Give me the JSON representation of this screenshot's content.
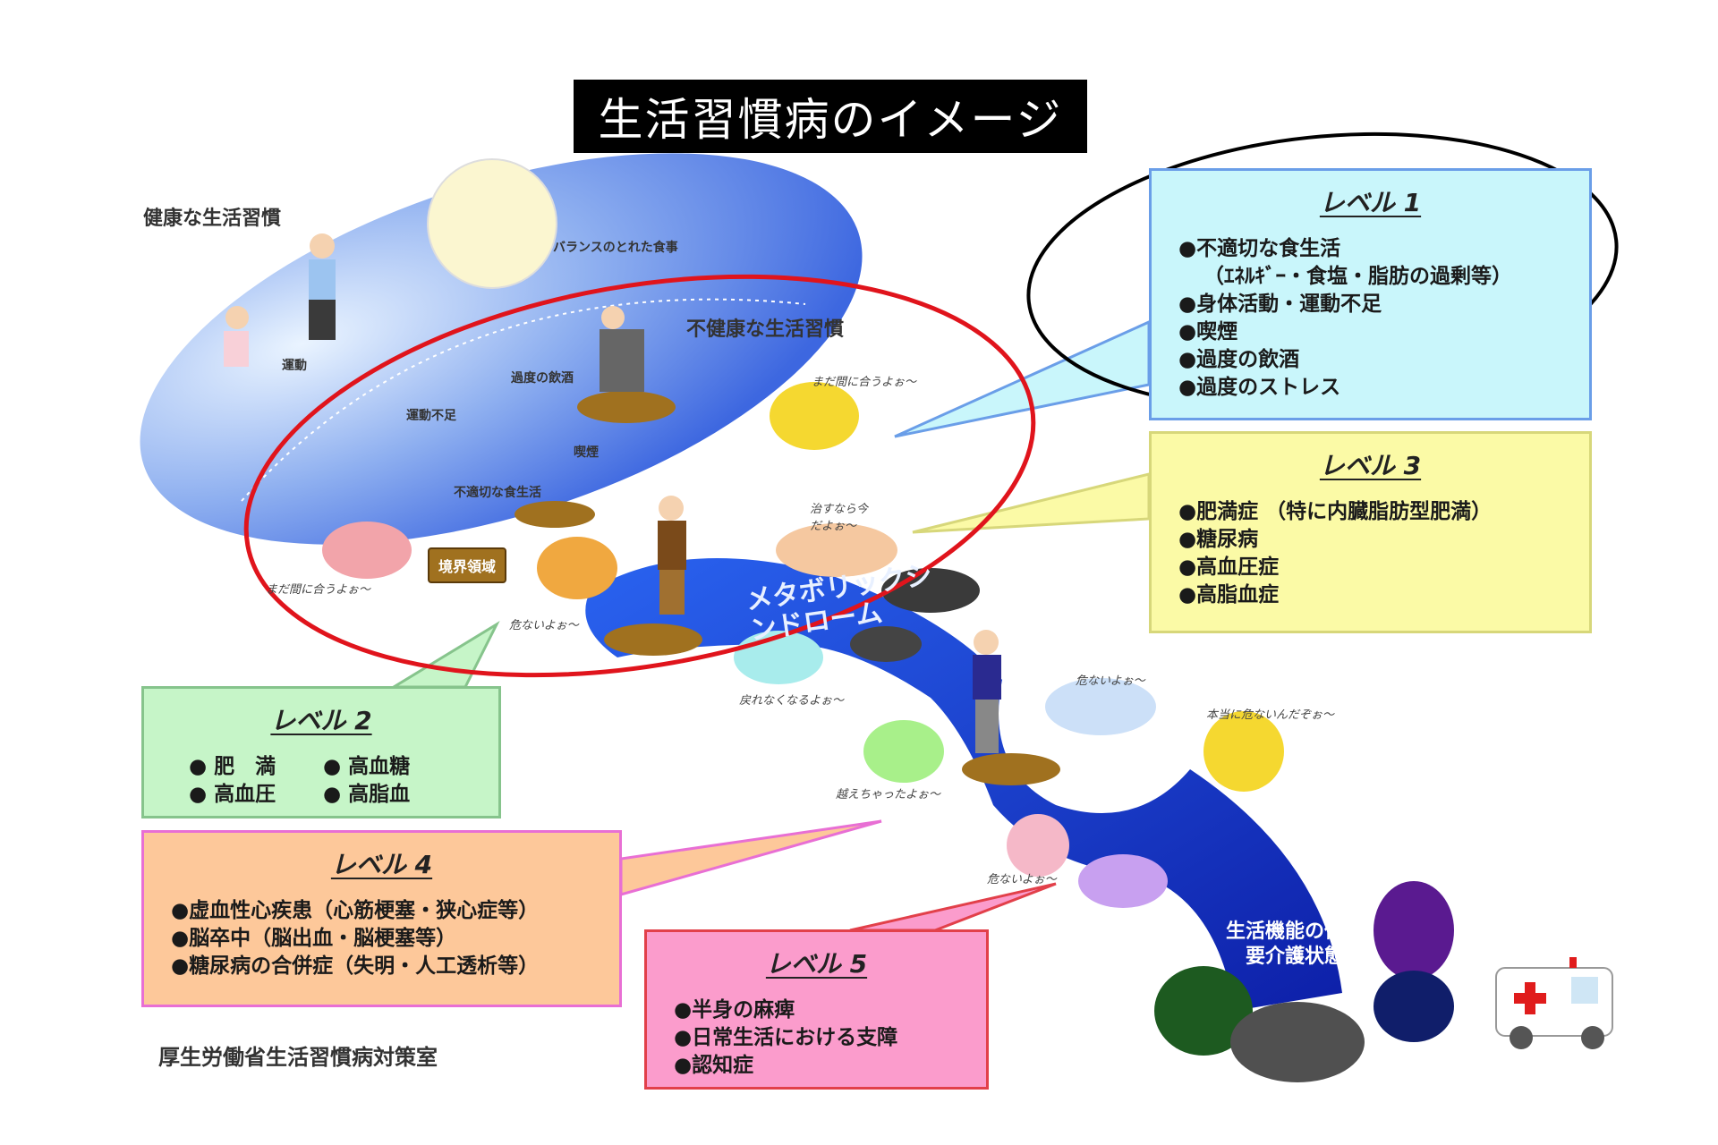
{
  "title": "生活習慣病のイメージ",
  "illustration": {
    "healthy_habits": "健康な生活習慣",
    "balanced_diet": "バランスのとれた食事",
    "exercise": "運動",
    "unhealthy_habits": "不健康な生活習慣",
    "excess_drinking": "過度の飲酒",
    "lack_of_exercise": "運動不足",
    "smoking": "喫煙",
    "poor_diet": "不適切な食生活",
    "borderline_sign": "境界領域",
    "metabolic_syndrome": "メタボリックシンドローム",
    "decline_line1": "生活機能の低下",
    "decline_line2": "要介護状態",
    "speech": {
      "still_time_left": "まだ間に合うよぉ～",
      "still_time_right": "まだ間に合うよぉ～",
      "danger_1": "危ないよぉ～",
      "cure_now": "治すなら今だよぉ～",
      "no_return": "戻れなくなるよぉ～",
      "danger_2": "危ないよぉ～",
      "really_danger": "本当に危ないんだぞぉ～",
      "crossed": "越えちゃったよぉ～",
      "danger_3": "危ないよぉ～"
    }
  },
  "levels": {
    "level1": {
      "heading": "レベル 1",
      "items": [
        "不適切な食生活",
        "（ｴﾈﾙｷﾞｰ・食塩・脂肪の過剰等）",
        "身体活動・運動不足",
        "喫煙",
        "過度の飲酒",
        "過度のストレス"
      ]
    },
    "level2": {
      "heading": "レベル 2",
      "items": [
        " 肥　満",
        " 高血糖",
        " 高血圧",
        " 高脂血"
      ]
    },
    "level3": {
      "heading": "レベル 3",
      "items": [
        "肥満症 （特に内臓脂肪型肥満）",
        "糖尿病",
        "高血圧症",
        "高脂血症"
      ]
    },
    "level4": {
      "heading": "レベル 4",
      "items": [
        "虚血性心疾患（心筋梗塞・狭心症等）",
        "脳卒中（脳出血・脳梗塞等）",
        "糖尿病の合併症（失明・人工透析等）"
      ]
    },
    "level5": {
      "heading": "レベル 5",
      "items": [
        "半身の麻痺",
        "日常生活における支障",
        "認知症"
      ]
    }
  },
  "footer": "厚生労働省生活習慣病対策室",
  "colors": {
    "level1": "#c9f6fb",
    "level2": "#c6f5c8",
    "level3": "#fbfaa6",
    "level4": "#fdc89a",
    "level5": "#fb9ccc",
    "highlight_red": "#e0141c",
    "highlight_black": "#000000",
    "river": "#1b3fd8"
  },
  "icons": [
    "people-illustration",
    "food-plate-illustration",
    "blob-creature",
    "waterfall",
    "ambulance-icon"
  ]
}
